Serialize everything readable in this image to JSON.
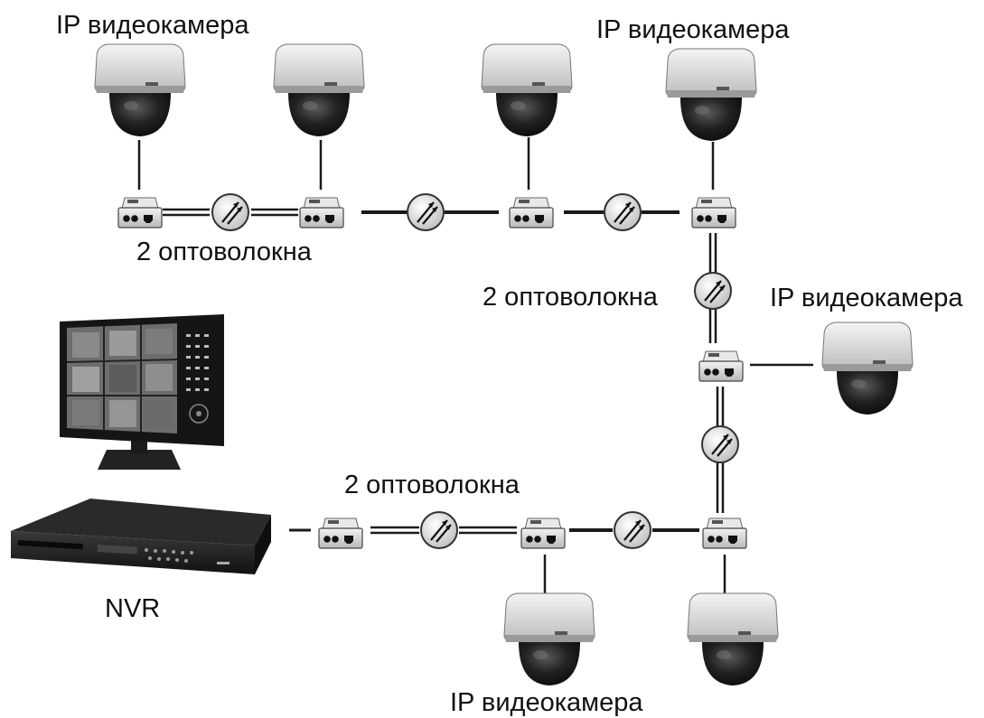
{
  "labels": {
    "camera_top_left": "IP видеокамера",
    "camera_top_right": "IP видеокамера",
    "camera_right": "IP видеокамера",
    "camera_bottom": "IP видеокамера",
    "fiber_top": "2 оптоволокна",
    "fiber_right": "2 оптоволокна",
    "fiber_bottom": "2 оптоволокна",
    "nvr": "NVR"
  },
  "colors": {
    "line": "#1a1a1a",
    "camera_shell": "#e6e6e6",
    "camera_dome": "#1c1c1c",
    "converter_body": "#dcdcdc",
    "monitor_frame": "#151515",
    "nvr_body": "#1e1e1e"
  },
  "icons": [
    "dome-camera-icon",
    "media-converter-icon",
    "fiber-coupler-icon",
    "monitor-icon",
    "nvr-recorder-icon"
  ]
}
